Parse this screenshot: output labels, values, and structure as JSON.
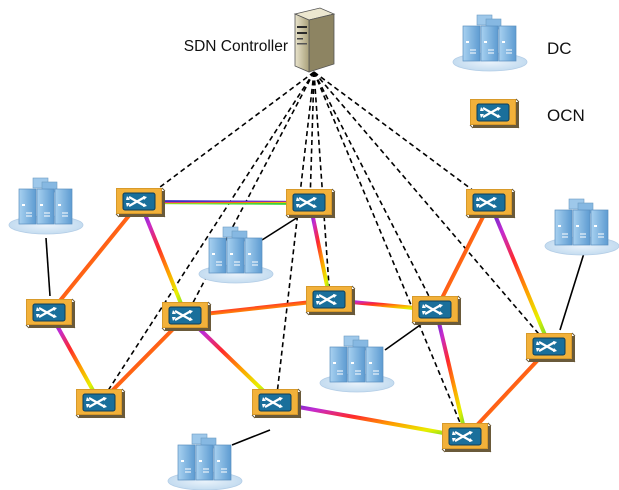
{
  "labels": {
    "controller": "SDN Controller",
    "legend_dc": "DC",
    "legend_ocn": "OCN"
  },
  "colors": {
    "control_line": "#000000",
    "dc_link": "#000000",
    "spectrum": [
      "#3b2cc7",
      "#7a2fd0",
      "#e0248c",
      "#ff2a2a",
      "#ff8a00",
      "#f7e600",
      "#4ad12e",
      "#1bb3e6"
    ],
    "switch_top": "#f2b13a",
    "switch_body": "#1a6f9b",
    "switch_screen": "#2aa4d6",
    "dc_body": "#7fb6e2",
    "dc_base": "#cfe3f3",
    "server_body": "#cfc7a4"
  },
  "icons": {
    "controller": "server-tower-icon",
    "switch": "optical-switch-icon",
    "datacenter": "datacenter-cluster-icon"
  }
}
